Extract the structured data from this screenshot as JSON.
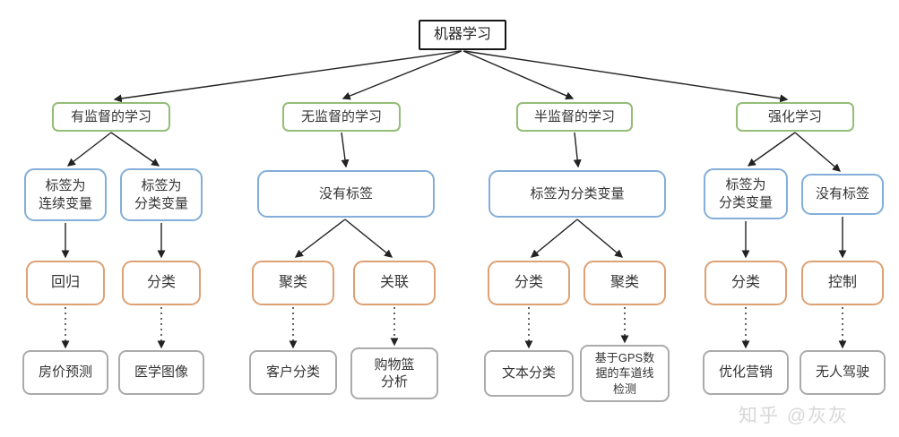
{
  "tree": {
    "root": "机器学习",
    "branches": [
      {
        "category": "有监督的学习",
        "conditions": [
          {
            "label": "标签为\n连续变量",
            "methods": [
              {
                "name": "回归",
                "example": "房价预测"
              }
            ]
          },
          {
            "label": "标签为\n分类变量",
            "methods": [
              {
                "name": "分类",
                "example": "医学图像"
              }
            ]
          }
        ]
      },
      {
        "category": "无监督的学习",
        "conditions": [
          {
            "label": "没有标签",
            "methods": [
              {
                "name": "聚类",
                "example": "客户分类"
              },
              {
                "name": "关联",
                "example": "购物篮\n分析"
              }
            ]
          }
        ]
      },
      {
        "category": "半监督的学习",
        "conditions": [
          {
            "label": "标签为分类变量",
            "methods": [
              {
                "name": "分类",
                "example": "文本分类"
              },
              {
                "name": "聚类",
                "example": "基于GPS数\n据的车道线\n检测"
              }
            ]
          }
        ]
      },
      {
        "category": "强化学习",
        "conditions": [
          {
            "label": "标签为\n分类变量",
            "methods": [
              {
                "name": "分类",
                "example": "优化营销"
              }
            ]
          },
          {
            "label": "没有标签",
            "methods": [
              {
                "name": "控制",
                "example": "无人驾驶"
              }
            ]
          }
        ]
      }
    ]
  },
  "colors": {
    "category_border": "#94bd77",
    "condition_border": "#84aed8",
    "method_border": "#dda173",
    "example_border": "#ababab",
    "edge": "#222222"
  },
  "watermark": "知乎 @灰灰"
}
